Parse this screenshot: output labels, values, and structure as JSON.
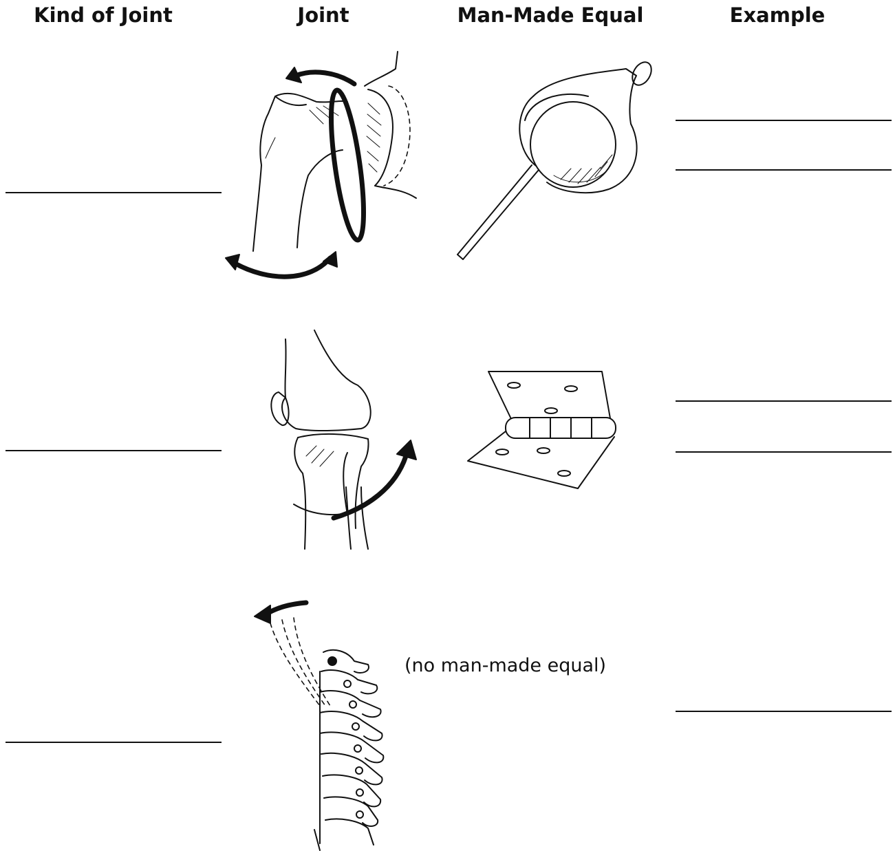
{
  "headers": {
    "kind_of_joint": "Kind of Joint",
    "joint": "Joint",
    "man_made_equal": "Man-Made Equal",
    "example": "Example"
  },
  "rows": [
    {
      "joint_picture": "shoulder-ball-and-socket",
      "equal_picture": "ball-and-socket-device"
    },
    {
      "joint_picture": "knee-hinge",
      "equal_picture": "door-hinge"
    },
    {
      "joint_picture": "spine-vertebrae",
      "equal_text": "(no man-made equal)"
    }
  ]
}
